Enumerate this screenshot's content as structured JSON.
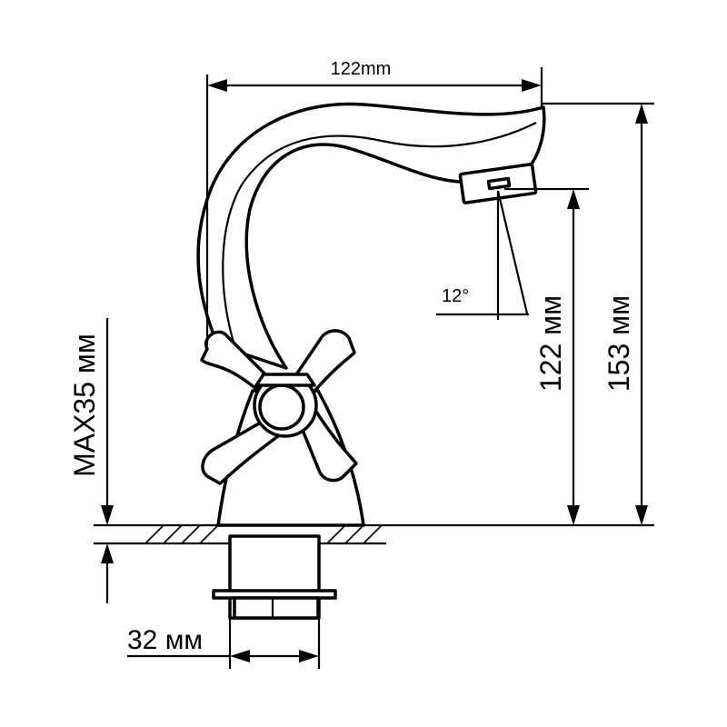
{
  "dimensions": {
    "spout_reach": "122mm",
    "total_height": "153 мм",
    "outlet_height": "122 мм",
    "max_counter_thickness": "MAX35 мм",
    "mount_diameter": "32 мм",
    "angle": "12°"
  },
  "colors": {
    "line": "#000000",
    "background": "#ffffff"
  }
}
